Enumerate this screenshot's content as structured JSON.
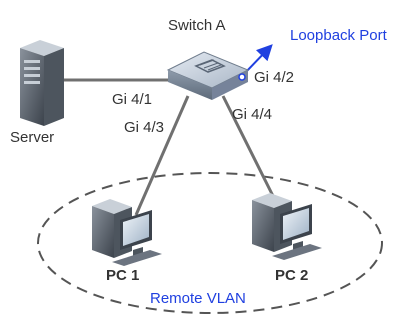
{
  "nodes": {
    "switch": "Switch A",
    "server": "Server",
    "pc1": "PC 1",
    "pc2": "PC 2"
  },
  "ports": {
    "server_link": "Gi 4/1",
    "loopback_link": "Gi 4/2",
    "pc1_link": "Gi 4/3",
    "pc2_link": "Gi 4/4"
  },
  "annotations": {
    "loopback_port": "Loopback Port",
    "remote_vlan": "Remote VLAN"
  },
  "colors": {
    "accent_text": "#2040e0",
    "link_line": "#707070",
    "switch_body": "#9aa8b8"
  },
  "icons": {
    "switch": "switch-icon",
    "server": "server-tower-icon",
    "pc": "desktop-pc-icon",
    "arrow": "arrow-up-right-icon"
  }
}
